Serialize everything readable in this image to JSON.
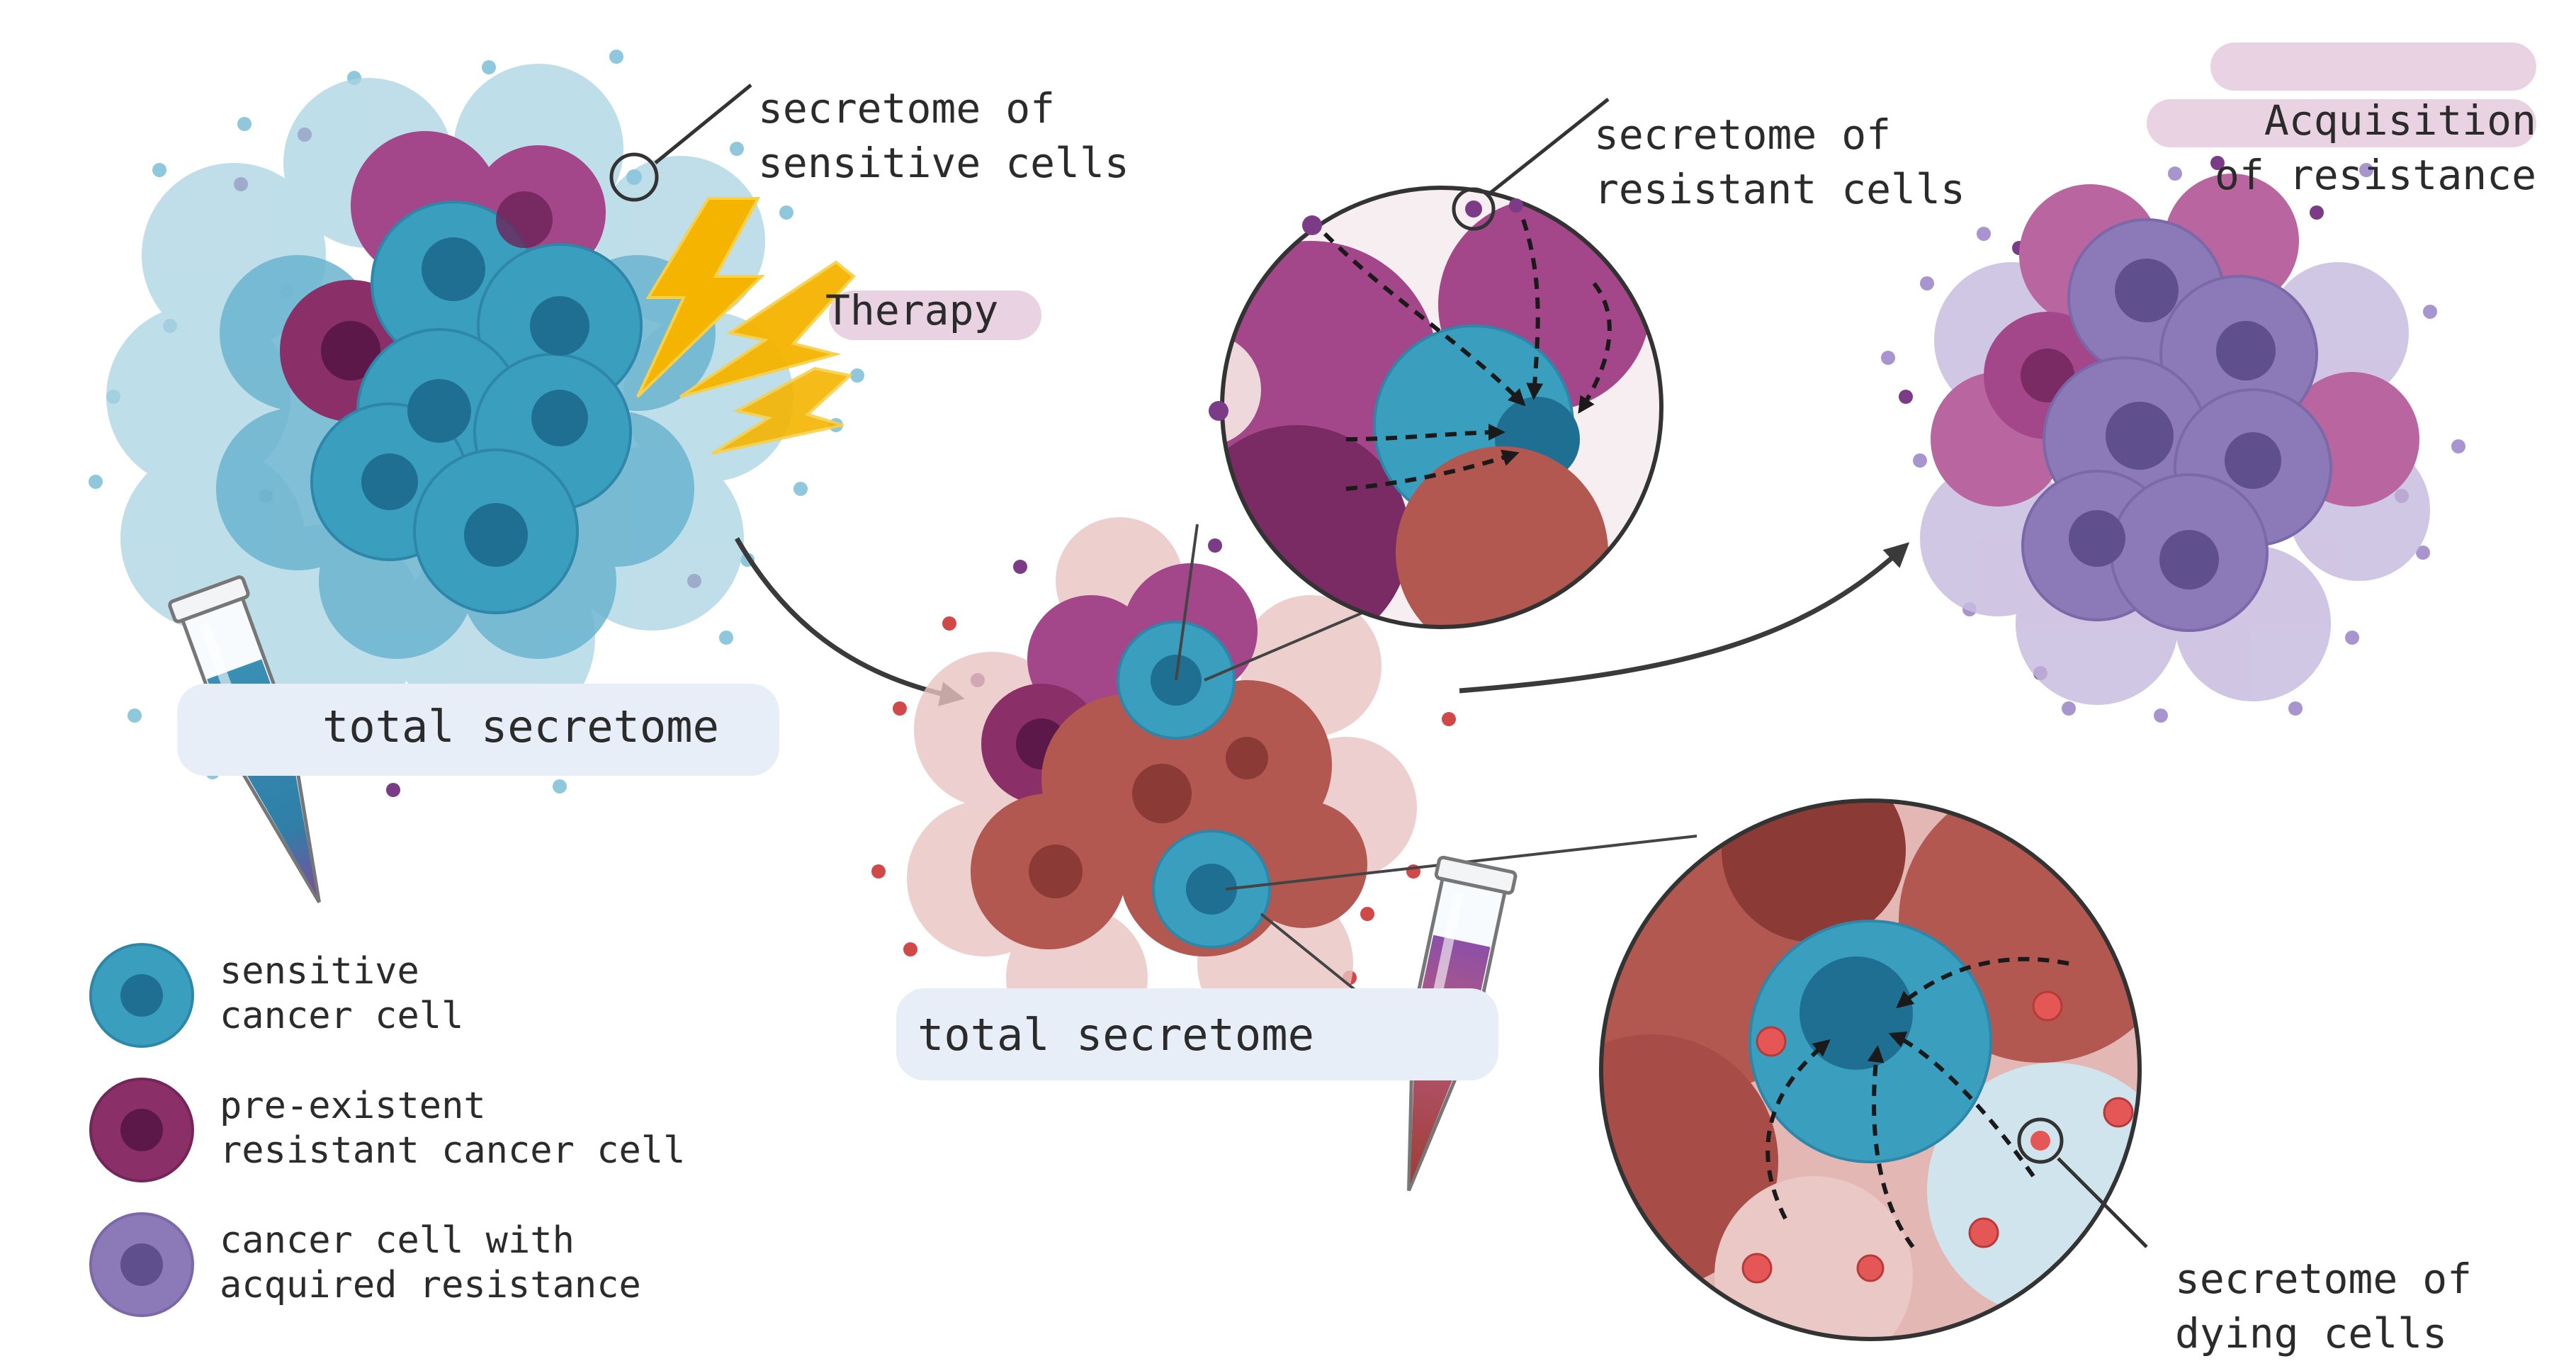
{
  "labels": {
    "secretome_sensitive_line1": "secretome of",
    "secretome_sensitive_line2": "sensitive cells",
    "secretome_resistant_line1": "secretome of",
    "secretome_resistant_line2": "resistant cells",
    "acquisition_line1": "Acquisition",
    "acquisition_line2": "of resistance",
    "therapy": "Therapy",
    "total_secretome_1": "total secretome",
    "total_secretome_2": "total secretome",
    "secretome_dying_line1": "secretome of",
    "secretome_dying_line2": "dying cells"
  },
  "legend": {
    "items": [
      {
        "line1": "sensitive",
        "line2": "cancer cell",
        "color": "#3a9fbf",
        "nucleus": "#1f6f93"
      },
      {
        "line1": "pre-existent",
        "line2": "resistant cancer cell",
        "color": "#8a2f68",
        "nucleus": "#5c1848"
      },
      {
        "line1": "cancer cell with",
        "line2": "acquired resistance",
        "color": "#8c79b8",
        "nucleus": "#5f4f8d"
      }
    ]
  },
  "colors": {
    "sensitive": "#3a9fbf",
    "resistant": "#a3468a",
    "acquired": "#8c79b8",
    "dying": "#c2615c",
    "lightning": "#f5b400",
    "pill_pink": "#e9d3e3",
    "pill_blue": "#e7eef8"
  }
}
